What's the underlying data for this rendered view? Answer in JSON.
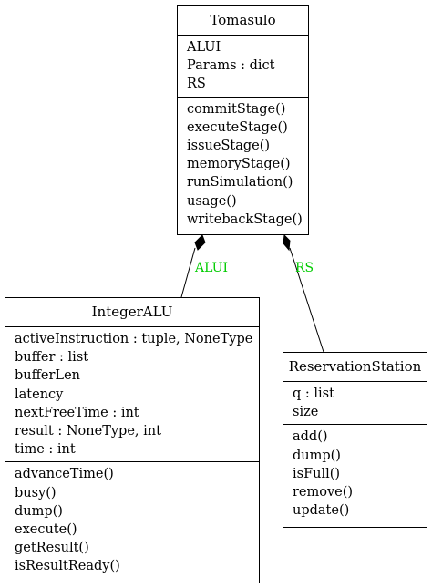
{
  "classes": {
    "tomasulo": {
      "name": "Tomasulo",
      "attributes": [
        "ALUI",
        "Params : dict",
        "RS"
      ],
      "methods": [
        "commitStage()",
        "executeStage()",
        "issueStage()",
        "memoryStage()",
        "runSimulation()",
        "usage()",
        "writebackStage()"
      ]
    },
    "integer_alu": {
      "name": "IntegerALU",
      "attributes": [
        "activeInstruction : tuple, NoneType",
        "buffer : list",
        "bufferLen",
        "latency",
        "nextFreeTime : int",
        "result : NoneType, int",
        "time : int"
      ],
      "methods": [
        "advanceTime()",
        "busy()",
        "dump()",
        "execute()",
        "getResult()",
        "isResultReady()"
      ]
    },
    "reservation_station": {
      "name": "ReservationStation",
      "attributes": [
        "q : list",
        "size"
      ],
      "methods": [
        "add()",
        "dump()",
        "isFull()",
        "remove()",
        "update()"
      ]
    }
  },
  "relations": [
    {
      "type": "composition",
      "from": "Tomasulo",
      "to": "IntegerALU",
      "label": "ALUI"
    },
    {
      "type": "composition",
      "from": "Tomasulo",
      "to": "ReservationStation",
      "label": "RS"
    }
  ],
  "colors": {
    "edge_label": "#00cc00",
    "line": "#000000"
  }
}
